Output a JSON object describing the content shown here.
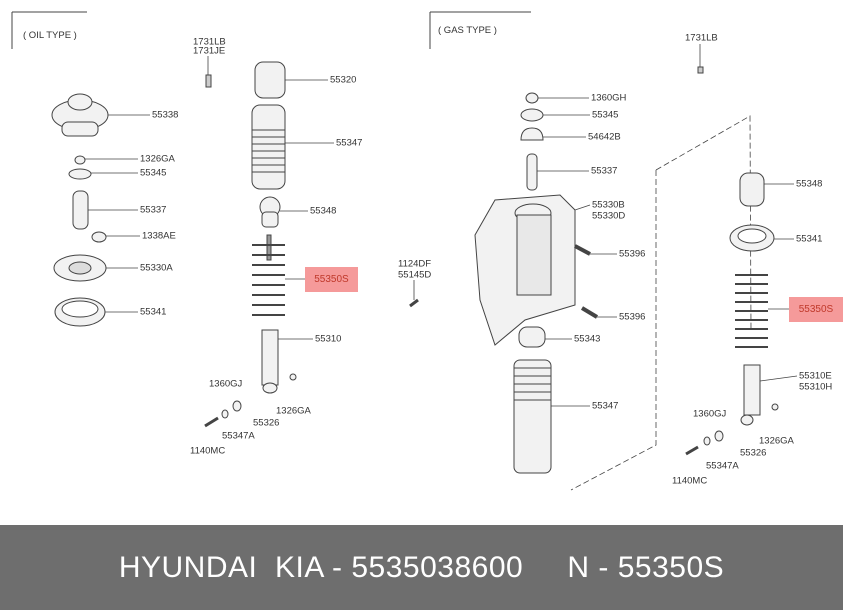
{
  "sections": {
    "oil": "( OIL TYPE )",
    "gas": "( GAS TYPE )"
  },
  "oil_labels": [
    "1731LB",
    "1731JE",
    "55320",
    "55338",
    "55347",
    "1326GA",
    "55345",
    "55337",
    "55348",
    "1338AE",
    "55330A",
    "55341",
    "55310",
    "1360GJ",
    "1326GA",
    "55326",
    "55347A",
    "1140MC"
  ],
  "gas_labels": [
    "1731LB",
    "1360GH",
    "55345",
    "54642B",
    "55337",
    "55330B",
    "55330D",
    "55348",
    "1124DF",
    "55145D",
    "55396",
    "55341",
    "55396",
    "55343",
    "55310E",
    "55310H",
    "55347",
    "1360GJ",
    "1326GA",
    "55326",
    "55347A",
    "1140MC"
  ],
  "highlight": {
    "part": "55350S",
    "color": "#f59a9a"
  },
  "footer": {
    "text": "HYUNDAI  KIA - 5535038600     N - 55350S"
  }
}
